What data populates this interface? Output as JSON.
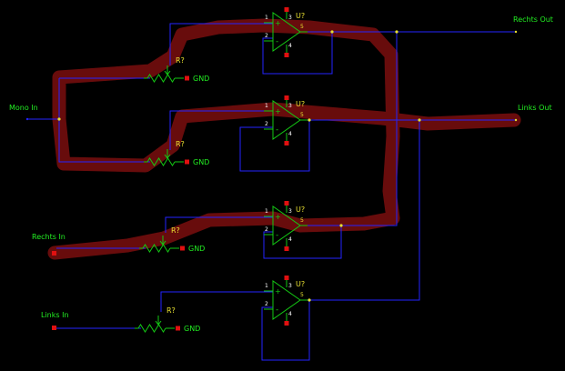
{
  "colors": {
    "background": "#000000",
    "wire": "#2323ff",
    "component": "#14c814",
    "label": "#22ee22",
    "refdes": "#e8e030",
    "pin": "#ffffff",
    "pad": "#e01010",
    "junction": "#e8e030",
    "highlight": "#7a0e0e"
  },
  "ports": {
    "mono_in": "Mono In",
    "rechts_in": "Rechts In",
    "links_in": "Links In",
    "rechts_out": "Rechts Out",
    "links_out": "Links Out"
  },
  "potentiometers": [
    {
      "ref": "R?",
      "gnd": "GND"
    },
    {
      "ref": "R?",
      "gnd": "GND"
    },
    {
      "ref": "R?",
      "gnd": "GND"
    },
    {
      "ref": "R?",
      "gnd": "GND"
    }
  ],
  "opamps": [
    {
      "ref": "U?",
      "pins": [
        "1",
        "2",
        "3",
        "4",
        "5"
      ],
      "plus": "+",
      "minus": "-"
    },
    {
      "ref": "U?",
      "pins": [
        "1",
        "2",
        "3",
        "4",
        "5"
      ],
      "plus": "+",
      "minus": "-"
    },
    {
      "ref": "U?",
      "pins": [
        "1",
        "2",
        "3",
        "4",
        "5"
      ],
      "plus": "+",
      "minus": "-"
    },
    {
      "ref": "U?",
      "pins": [
        "1",
        "2",
        "3",
        "4",
        "5"
      ],
      "plus": "+",
      "minus": "-"
    }
  ]
}
